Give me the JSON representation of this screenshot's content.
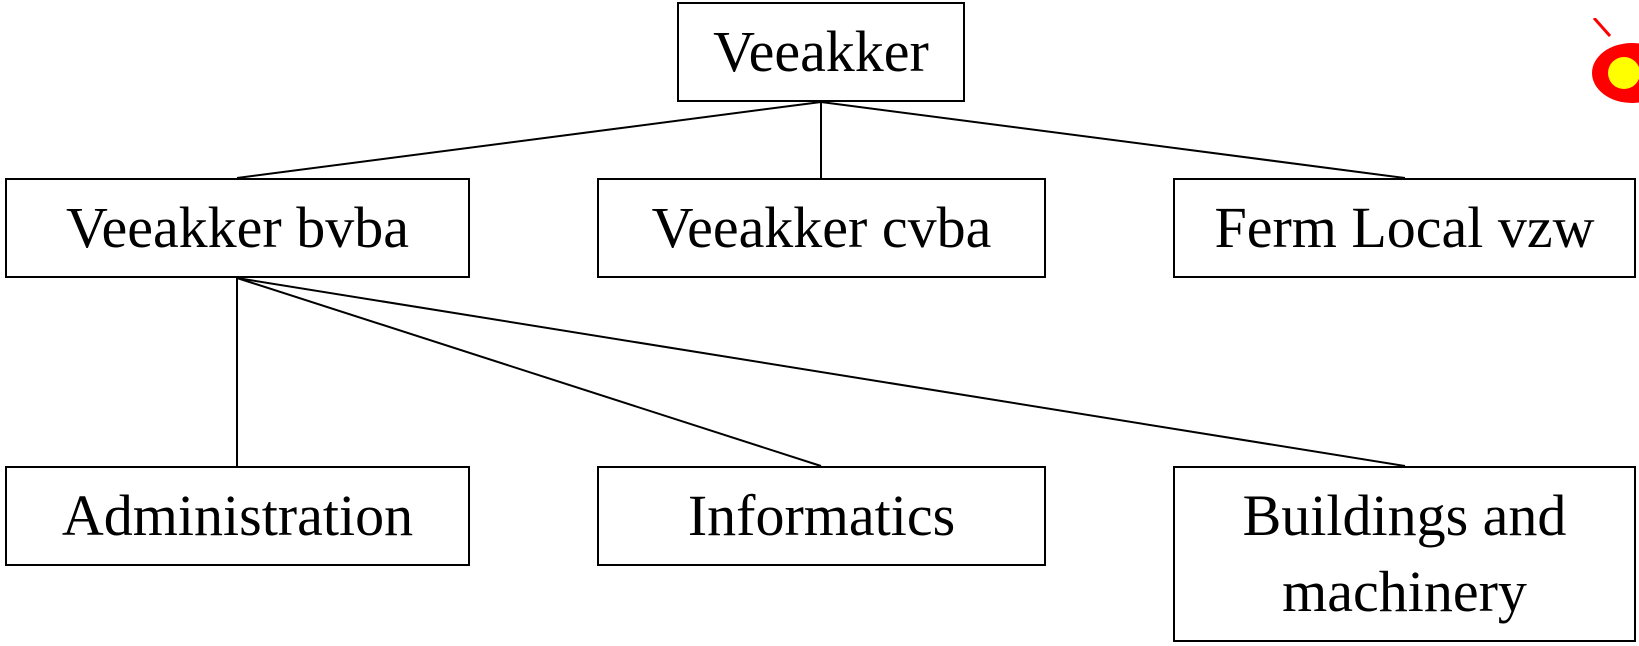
{
  "org_chart": {
    "root": {
      "label": "Veeakker"
    },
    "entities": [
      {
        "key": "bvba",
        "label": "Veeakker bvba"
      },
      {
        "key": "cvba",
        "label": "Veeakker cvba"
      },
      {
        "key": "ferm",
        "label": "Ferm Local vzw"
      }
    ],
    "departments": [
      {
        "key": "admin",
        "label": "Administration"
      },
      {
        "key": "info",
        "label": "Informatics"
      },
      {
        "key": "buildings",
        "label": "Buildings and machinery"
      }
    ]
  },
  "colors": {
    "line": "#000000",
    "logo_outer": "#ff0000",
    "logo_inner": "#ffff00"
  },
  "icons": {
    "corner_logo": "red-yellow-logo-icon"
  }
}
